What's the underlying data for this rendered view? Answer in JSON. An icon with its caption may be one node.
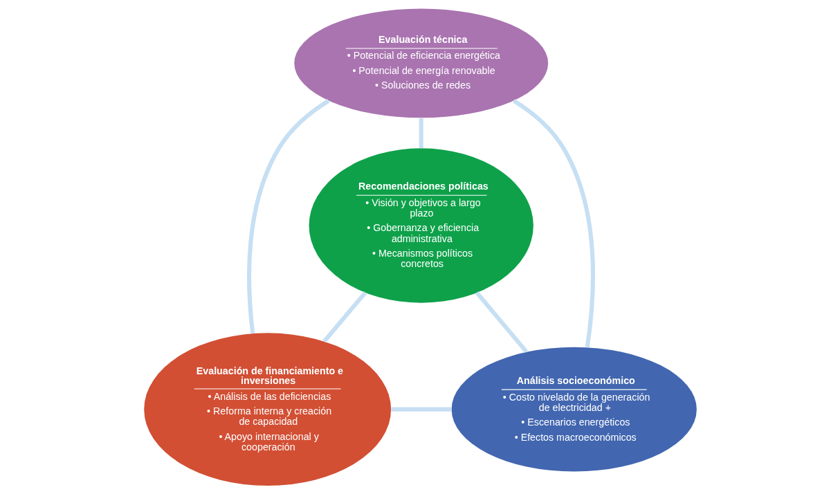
{
  "diagram": {
    "nodes": [
      {
        "text": [
          "Evaluación técnica",
          "• Potencial de eficiencia energética",
          "• Potencial de energía renovable",
          "• Soluciones de redes"
        ]
      },
      {
        "text": [
          "Recomendaciones políticas",
          "• Visión y objetivos a largo plazo",
          "• Gobernanza y eficiencia administrativa",
          "• Mecanismos políticos concretos"
        ]
      },
      {
        "text": [
          "Evaluación de financiamiento e inversiones",
          "• Análisis de las deficiencias",
          "• Reforma interna y creación de capacidad",
          "• Apoyo internacional y cooperación"
        ]
      },
      {
        "text": [
          "Análisis socioeconómico",
          "• Costo nivelado de la generación de electricidad +",
          "• Escenarios energéticos",
          "• Efectos macroeconómicos"
        ]
      }
    ],
    "edges": [
      {
        "from": 0,
        "to": 1,
        "arrow": "none"
      },
      {
        "from": 1,
        "to": 2,
        "arrow": "none"
      },
      {
        "from": 1,
        "to": 3,
        "arrow": "none"
      },
      {
        "from": 0,
        "to": 2,
        "arrow": "none"
      },
      {
        "from": 0,
        "to": 3,
        "arrow": "none"
      },
      {
        "from": 2,
        "to": 3,
        "arrow": "none"
      }
    ]
  }
}
